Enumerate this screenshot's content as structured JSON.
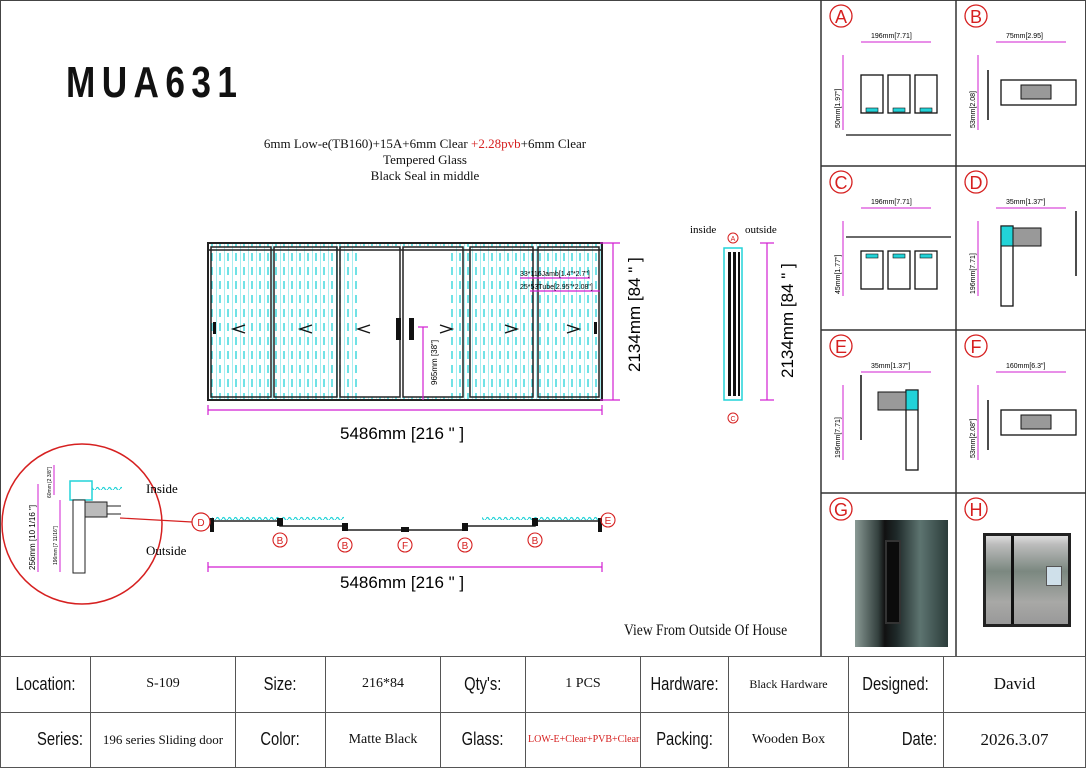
{
  "title": "MUA631",
  "glass_spec": {
    "line1_a": "6mm Low-e(TB160)+15A+6mm Clear ",
    "line1_b": "+2.28pvb",
    "line1_c": "+6mm Clear",
    "line2": "Tempered  Glass",
    "line3": "Black Seal in middle"
  },
  "elevation": {
    "width_label": "5486mm [216 \" ]",
    "height_label": "2134mm [84 \" ]",
    "handle_height_label": "965mm [38\"]",
    "jamb_label": "33*116Jamb[1.4\"*2.7\"]",
    "tube_label": "25*53Tube[2.95\"*2.08\"]"
  },
  "section": {
    "inside": "inside",
    "outside": "outside",
    "top_marker": "A",
    "bottom_marker": "C",
    "height_label": "2134mm [84 \" ]"
  },
  "plan": {
    "inside": "Inside",
    "outside": "Outside",
    "width_label": "5486mm [216 \" ]",
    "markers": [
      "D",
      "B",
      "B",
      "F",
      "B",
      "B",
      "E"
    ],
    "detail_total": "256mm [10 1/16 \"]",
    "detail_frame": "196mm [7 11/16\"]",
    "detail_top": "60mm [2 3/8\"]"
  },
  "view_caption": "View From Outside Of House",
  "details": [
    {
      "id": "A",
      "dim1": "196mm[7.71]",
      "dim2": "50mm[1.97\"]"
    },
    {
      "id": "B",
      "dim1": "75mm[2.95]",
      "dim2": "53mm[2.08]"
    },
    {
      "id": "C",
      "dim1": "196mm[7.71]",
      "dim2": "45mm[1.77\"]"
    },
    {
      "id": "D",
      "dim1": "35mm[1.37\"]",
      "dim2": "196mm[7.71]"
    },
    {
      "id": "E",
      "dim1": "35mm[1.37\"]",
      "dim2": "196mm[7.71]"
    },
    {
      "id": "F",
      "dim1": "160mm[6.3\"]",
      "dim2": "53mm[2.08\"]"
    },
    {
      "id": "G"
    },
    {
      "id": "H"
    }
  ],
  "info_table": {
    "location_label": "Location:",
    "location": "S-109",
    "size_label": "Size:",
    "size": "216*84",
    "qty_label": "Qty's:",
    "qty": "1 PCS",
    "hardware_label": "Hardware:",
    "hardware": "Black Hardware",
    "designed_label": "Designed:",
    "designed": "David",
    "series_label": "Series:",
    "series": "196 series Sliding door",
    "color_label": "Color:",
    "color": "Matte Black",
    "glass_label": "Glass:",
    "glass": "LOW-E+Clear+PVB+Clear",
    "packing_label": "Packing:",
    "packing": "Wooden Box",
    "date_label": "Date:",
    "date": "2026.3.07"
  },
  "colors": {
    "dimension": "#d21fd2",
    "glass": "#22d3d8",
    "marker": "#d62020"
  }
}
